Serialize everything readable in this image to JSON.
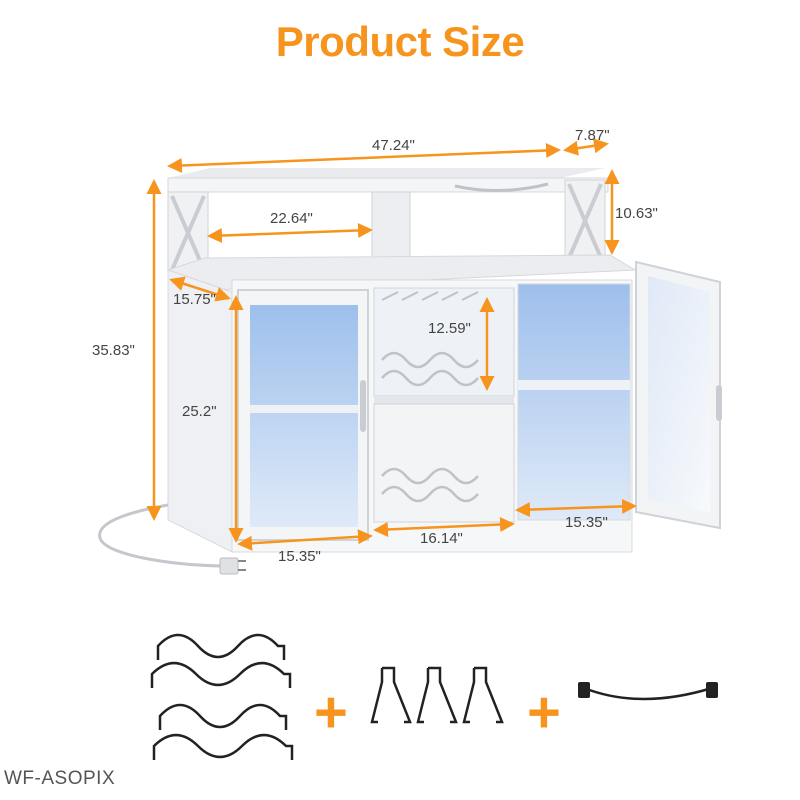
{
  "title": "Product Size",
  "dimensions": {
    "width": "47.24\"",
    "top_depth": "7.87\"",
    "shelf_width": "22.64\"",
    "hutch_height": "10.63\"",
    "depth": "15.75\"",
    "total_height": "35.83\"",
    "wine_height": "12.59\"",
    "cabinet_height": "25.2\"",
    "left_width": "15.35\"",
    "middle_width": "16.14\"",
    "right_width": "15.35\""
  },
  "accessories": {
    "plus_1": "+",
    "plus_2": "+"
  },
  "watermark": "WF-ASOPIX",
  "colors": {
    "accent": "#f7941d",
    "cabinet": "#f2f3f5",
    "led": "#a9c9f0"
  }
}
